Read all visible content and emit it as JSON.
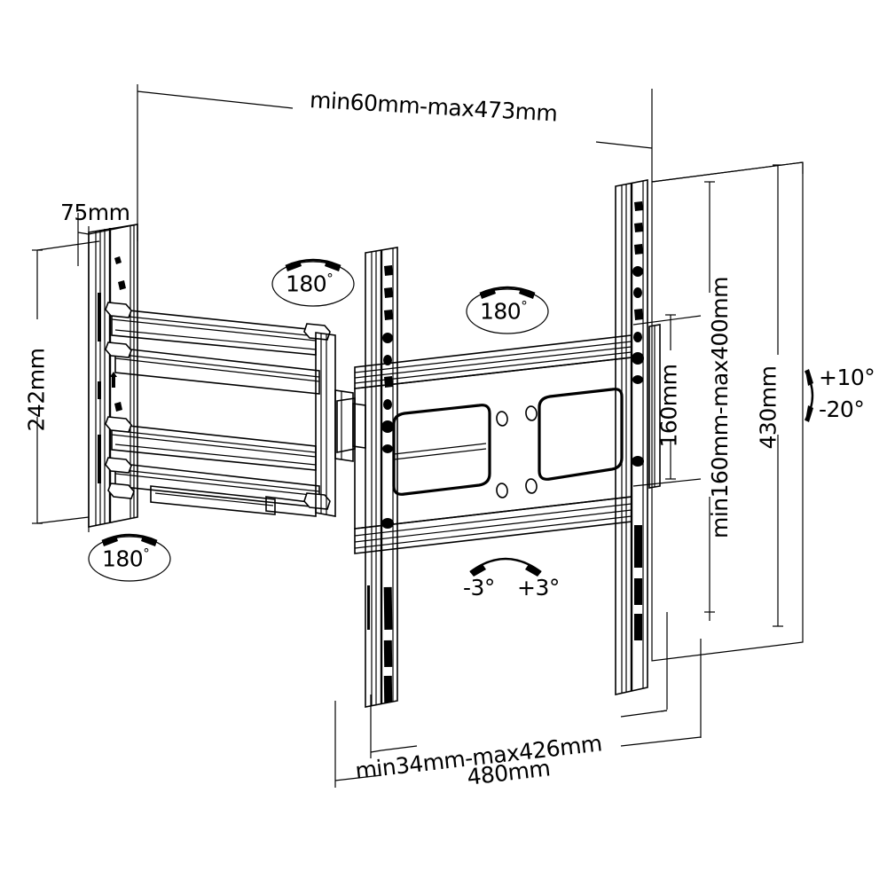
{
  "diagram": {
    "title": "TV wall mount bracket technical dimension drawing",
    "units": "mm"
  },
  "dimensions": {
    "top_depth": "min60mm-max473mm",
    "wall_plate_width": "75mm",
    "wall_plate_height": "242mm",
    "vesa_height": "160mm",
    "vesa_height_range": "min160mm-max400mm",
    "panel_height": "430mm",
    "bottom_width_range": "min34mm-max426mm",
    "panel_width": "480mm"
  },
  "angles": {
    "swivel_top_left": "180",
    "swivel_top_right": "180",
    "swivel_bottom_left": "180",
    "degree_symbol": "°",
    "tilt_up": "+10°",
    "tilt_down": "-20°",
    "roll_left": "-3°",
    "roll_right": "+3°"
  },
  "colors": {
    "line": "#000000",
    "background": "#ffffff"
  }
}
